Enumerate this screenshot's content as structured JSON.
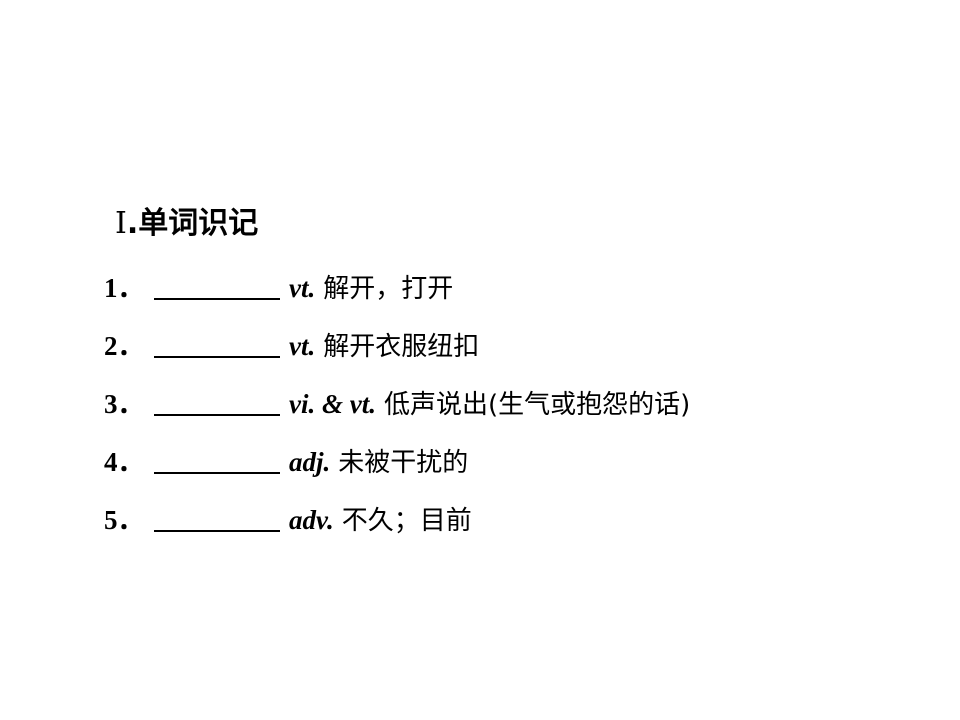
{
  "heading": {
    "roman": "Ⅰ",
    "title": ".单词识记"
  },
  "items": [
    {
      "number": "1．",
      "pos": "vt.",
      "meaning": "解开，打开"
    },
    {
      "number": "2．",
      "pos": "vt.",
      "meaning": "解开衣服纽扣"
    },
    {
      "number": "3．",
      "pos": "vi. & vt.",
      "meaning": "低声说出(生气或抱怨的话)"
    },
    {
      "number": "4．",
      "pos": "adj.",
      "meaning": "未被干扰的"
    },
    {
      "number": "5．",
      "pos": "adv.",
      "meaning": "不久；目前"
    }
  ]
}
